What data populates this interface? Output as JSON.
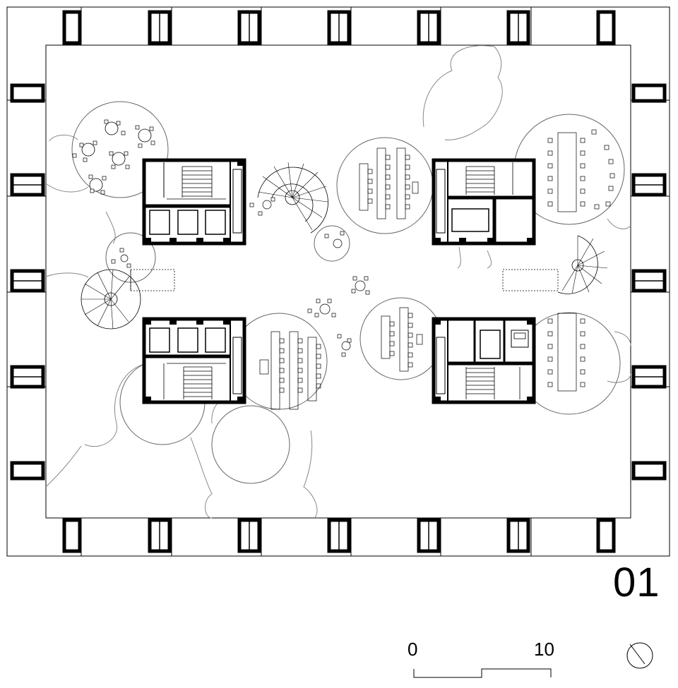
{
  "plan": {
    "floor_label": "01",
    "scale_start_label": "0",
    "scale_end_label": "10"
  },
  "icons": {
    "north": "north-arrow-icon"
  },
  "colors": {
    "line": "#000000",
    "thin": "#7a7a7a",
    "background": "#ffffff"
  }
}
